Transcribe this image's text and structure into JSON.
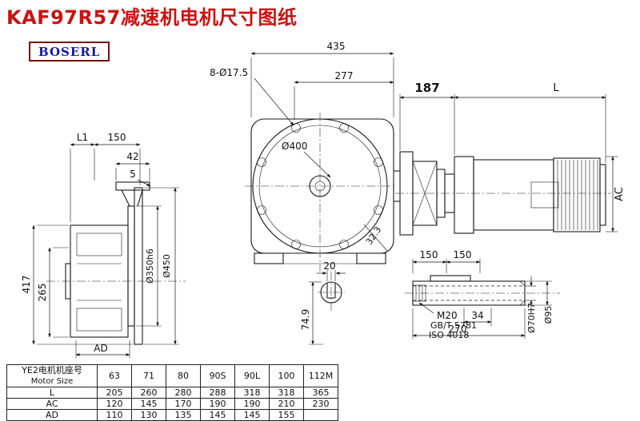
{
  "title": "KAF97R57减速机电机尺寸图纸",
  "logo": {
    "text": "BOSERL",
    "border_color": "#7a1010",
    "text_color": "#1717a8"
  },
  "colors": {
    "title_red": "#cc1111",
    "linework": "#1a1a1a",
    "background": "#ffffff"
  },
  "dims": {
    "overall_width": "435",
    "bolt_holes": "8-Ø17.5",
    "flange_to_face": "277",
    "adapter_length": "187",
    "motor_length": "L",
    "motor_diameter": "AC",
    "left_l1": "L1",
    "left_150": "150",
    "pad_width": "42",
    "pad_thickness": "5",
    "main_circle": "Ø400",
    "overall_height": "417",
    "center_height": "265",
    "left_ad": "AD",
    "spigot_dia": "Ø350h6",
    "flange_dia": "Ø450",
    "key_width": "20",
    "key_depth": "74.9",
    "diagonal_dim": "32.3",
    "shaft_150_a": "150",
    "shaft_150_b": "150",
    "thread": "M20",
    "std_gb": "GB/T 5781",
    "std_iso": "ISO 4018",
    "thread_len": "34",
    "shaft_len": "270",
    "bore_dia": "Ø70H7",
    "hub_dia": "Ø95"
  },
  "table": {
    "header_cn": "YE2电机机座号",
    "header_en": "Motor Size",
    "columns": [
      "63",
      "71",
      "80",
      "90S",
      "90L",
      "100",
      "112M"
    ],
    "rows": [
      {
        "label": "L",
        "values": [
          "205",
          "260",
          "280",
          "288",
          "318",
          "318",
          "365"
        ]
      },
      {
        "label": "AC",
        "values": [
          "120",
          "145",
          "170",
          "190",
          "190",
          "210",
          "230"
        ]
      },
      {
        "label": "AD",
        "values": [
          "110",
          "130",
          "135",
          "145",
          "145",
          "155",
          ""
        ]
      }
    ]
  }
}
